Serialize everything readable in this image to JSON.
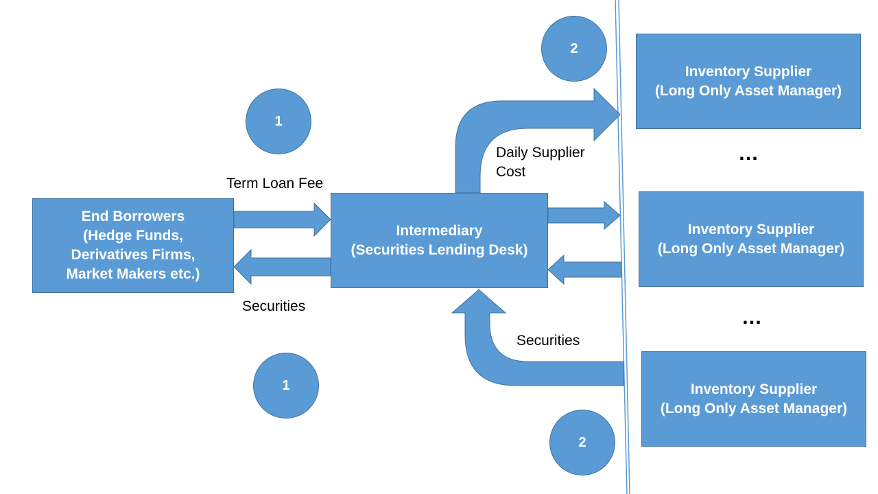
{
  "end_borrowers": {
    "title": "End Borrowers",
    "line2": "(Hedge Funds,",
    "line3": "Derivatives Firms,",
    "line4": "Market Makers etc.)"
  },
  "intermediary": {
    "title": "Intermediary",
    "subtitle": "(Securities Lending Desk)"
  },
  "suppliers": [
    {
      "title": "Inventory Supplier",
      "subtitle": "(Long Only Asset Manager)"
    },
    {
      "title": "Inventory Supplier",
      "subtitle": "(Long Only Asset Manager)"
    },
    {
      "title": "Inventory Supplier",
      "subtitle": "(Long Only Asset Manager)"
    }
  ],
  "ellipsis": "…",
  "markers": {
    "one": "1",
    "two": "2"
  },
  "labels": {
    "term_loan_fee": "Term Loan Fee",
    "securities_left": "Securities",
    "daily_supplier_cost_1": "Daily Supplier",
    "daily_supplier_cost_2": "Cost",
    "securities_right": "Securities"
  },
  "colors": {
    "fill": "#5b9bd5",
    "border": "#41719c",
    "divider": "#5b9bd5"
  }
}
